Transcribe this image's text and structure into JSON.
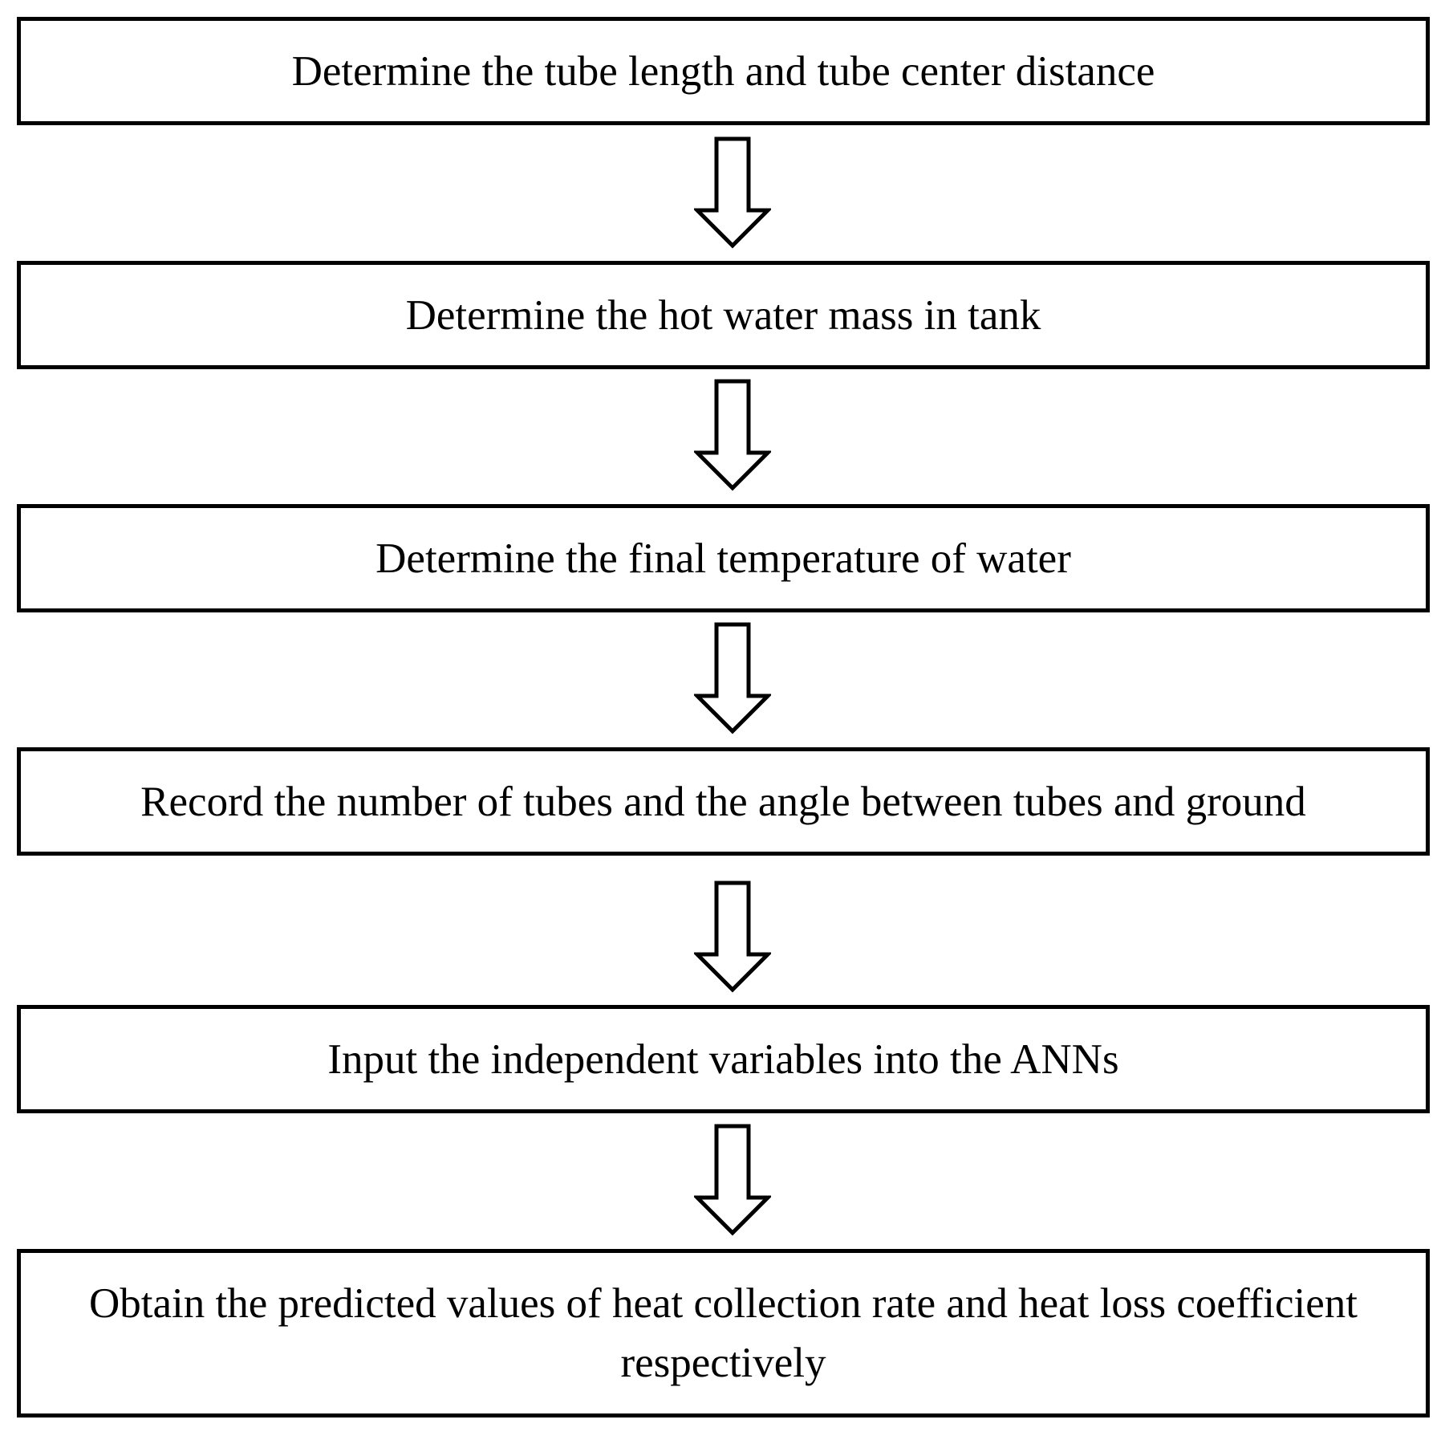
{
  "flowchart": {
    "steps": [
      {
        "label": "Determine the tube length and tube center distance"
      },
      {
        "label": "Determine the hot water mass in tank"
      },
      {
        "label": "Determine the final temperature of water"
      },
      {
        "label": "Record the number of tubes and the angle between tubes and ground"
      },
      {
        "label": "Input the independent variables into the ANNs"
      },
      {
        "label": "Obtain the predicted values of heat collection rate and heat loss coefficient respectively"
      }
    ],
    "arrow_direction": "down",
    "colors": {
      "stroke": "#000000",
      "fill": "#ffffff",
      "text": "#000000"
    }
  }
}
